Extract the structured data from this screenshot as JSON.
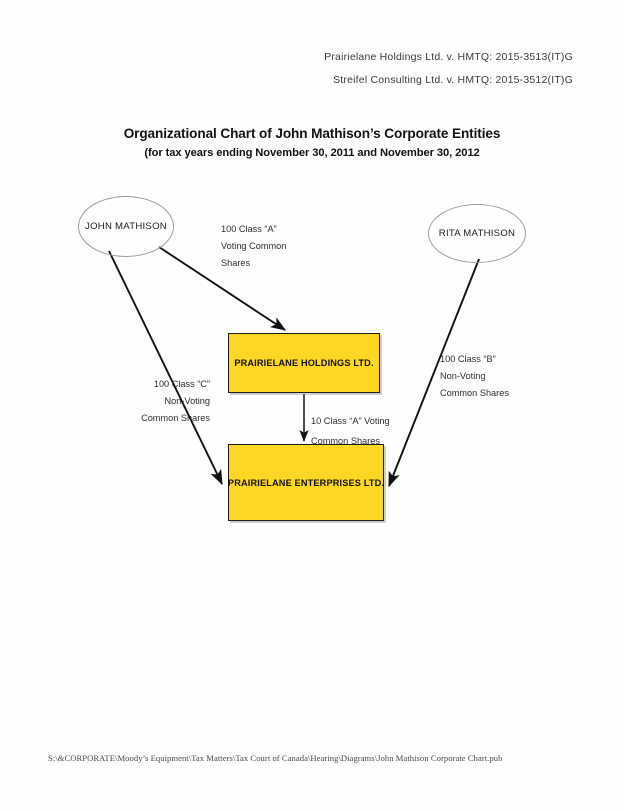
{
  "case_header": {
    "lines": [
      "Prairielane Holdings Ltd. v. HMTQ: 2015-3513(IT)G",
      "Streifel Consulting Ltd. v. HMTQ: 2015-3512(IT)G"
    ]
  },
  "title": "Organizational Chart of John Mathison’s Corporate Entities",
  "subtitle": "(for tax years ending November 30, 2011 and November 30, 2012",
  "nodes": {
    "john": "JOHN MATHISON",
    "rita": "RITA MATHISON",
    "holdings": "PRAIRIELANE HOLDINGS LTD.",
    "enterprises": "PRAIRIELANE ENTERPRISES LTD."
  },
  "edge_labels": {
    "class_a": {
      "line1": "100 Class “A”",
      "line2": "Voting Common",
      "line3": "Shares"
    },
    "class_b": {
      "line1": "100 Class “B”",
      "line2": "Non-Voting",
      "line3": "Common Shares"
    },
    "class_c": {
      "line1": "100 Class “C”",
      "line2": "Non-Voting",
      "line3": "Common Shares"
    },
    "class_a10": {
      "line1": "10 Class “A” Voting",
      "line2": "Common Shares"
    }
  },
  "footer": {
    "path": "S:\\&CORPORATE\\Moody’s Equipment\\Tax Matters\\Tax Court of Canada\\Hearing\\Diagrams\\John Mathison Corporate Chart.pub"
  },
  "colors": {
    "box_fill": "#fcd723",
    "box_border": "#1d1d1d",
    "ellipse_border": "#9d9d9d",
    "arrow": "#111111",
    "page_background": "#fefefe"
  }
}
